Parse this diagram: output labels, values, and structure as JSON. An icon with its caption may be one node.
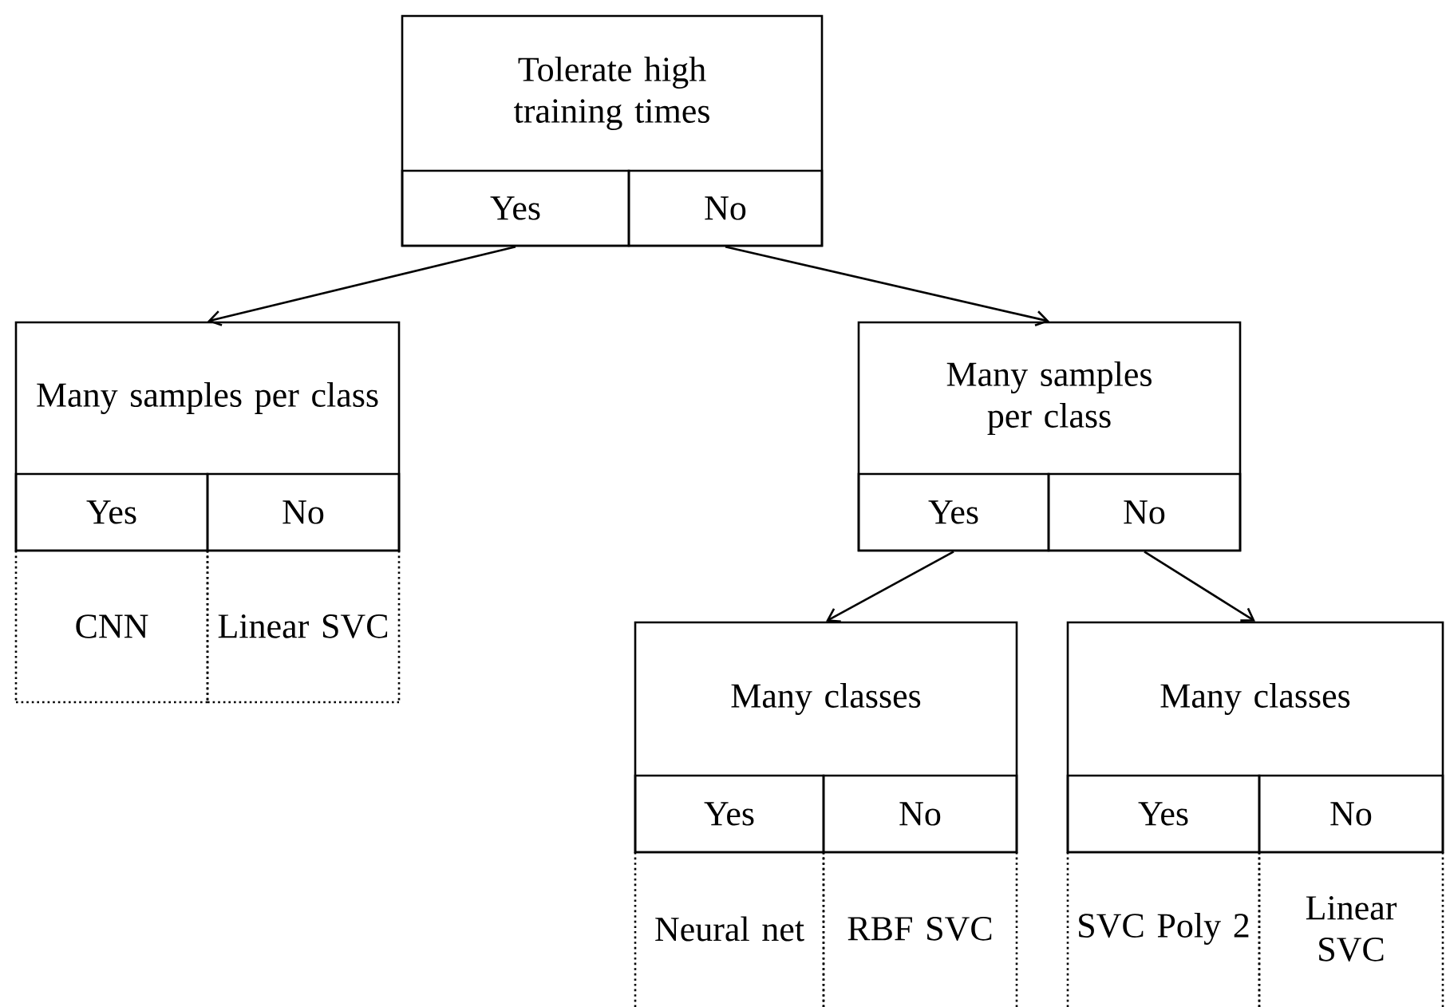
{
  "diagram": {
    "nodes": [
      {
        "text": [
          "Tolerate high training times"
        ]
      },
      {
        "text": [
          "Yes"
        ],
        "in": 0
      },
      {
        "text": [
          "No"
        ],
        "in": 0
      },
      {
        "text": [
          "Many samples per class"
        ]
      },
      {
        "text": [
          "Yes"
        ],
        "in": 3
      },
      {
        "text": [
          "No"
        ],
        "in": 3
      },
      {
        "text": [
          "CNN"
        ]
      },
      {
        "text": [
          "Linear SVC"
        ]
      },
      {
        "text": [
          "Many samples per class"
        ]
      },
      {
        "text": [
          "Yes"
        ],
        "in": 8
      },
      {
        "text": [
          "No"
        ],
        "in": 8
      },
      {
        "text": [
          "Many classes"
        ]
      },
      {
        "text": [
          "Yes"
        ],
        "in": 11
      },
      {
        "text": [
          "No"
        ],
        "in": 11
      },
      {
        "text": [
          "Neural net"
        ]
      },
      {
        "text": [
          "RBF SVC"
        ]
      },
      {
        "text": [
          "Many classes"
        ]
      },
      {
        "text": [
          "Yes"
        ],
        "in": 16
      },
      {
        "text": [
          "No"
        ],
        "in": 16
      },
      {
        "text": [
          "SVC Poly 2"
        ]
      },
      {
        "text": [
          "Linear SVC"
        ]
      }
    ],
    "edges": [
      {
        "from": 1,
        "to": 3,
        "arrow": "to"
      },
      {
        "from": 2,
        "to": 8,
        "arrow": "to"
      },
      {
        "from": 9,
        "to": 11,
        "arrow": "to"
      },
      {
        "from": 10,
        "to": 16,
        "arrow": "to"
      }
    ]
  }
}
